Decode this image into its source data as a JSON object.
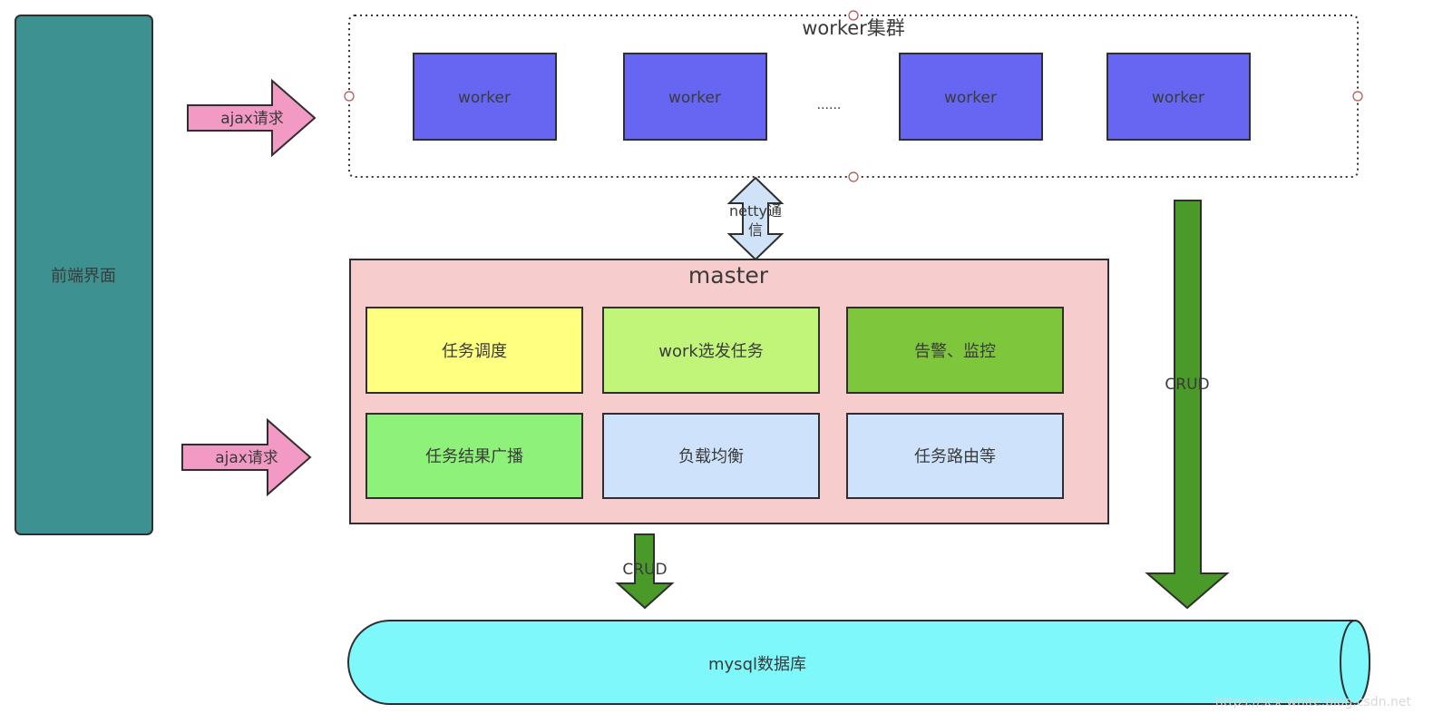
{
  "frontend": {
    "label": "前端界面",
    "color": "#3e9191"
  },
  "requests": [
    {
      "label": "ajax请求",
      "color": "#f29ac4"
    },
    {
      "label": "ajax请求",
      "color": "#f29ac4"
    }
  ],
  "worker_cluster": {
    "title": "worker集群",
    "workers": [
      "worker",
      "worker",
      "worker",
      "worker"
    ],
    "ellipsis": "......",
    "worker_color": "#6666f2"
  },
  "netty": {
    "label": "netty通信",
    "line1": "netty通",
    "line2": "信",
    "color": "#cfe2f7"
  },
  "master": {
    "title": "master",
    "color": "#f7cccc",
    "modules": [
      {
        "label": "任务调度",
        "color": "#ffff80"
      },
      {
        "label": "work选发任务",
        "color": "#c0f57a"
      },
      {
        "label": "告警、监控",
        "color": "#7ec73d"
      },
      {
        "label": "任务结果广播",
        "color": "#8ef27a"
      },
      {
        "label": "负载均衡",
        "color": "#cfe2fb"
      },
      {
        "label": "任务路由等",
        "color": "#cfe2fb"
      }
    ]
  },
  "crud": {
    "label_master": "CRUD",
    "label_worker": "CRUD",
    "color": "#4a9a2a"
  },
  "database": {
    "label": "mysql数据库",
    "color": "#7ef8fb"
  },
  "watermark": "https://scx-white.blog.csdn.net"
}
